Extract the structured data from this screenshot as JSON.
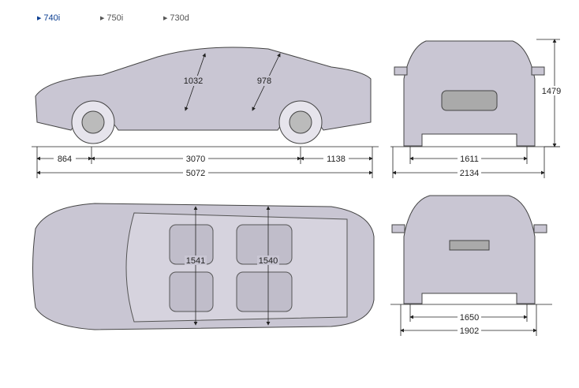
{
  "tabs": [
    {
      "label": "740i",
      "active": true
    },
    {
      "label": "750i",
      "active": false
    },
    {
      "label": "730d",
      "active": false
    }
  ],
  "dimensions": {
    "front_overhang": "864",
    "wheelbase": "3070",
    "rear_overhang": "1138",
    "length": "5072",
    "front_headroom": "1032",
    "rear_headroom": "978",
    "height": "1479",
    "front_track": "1611",
    "width_mirrors": "2134",
    "front_shoulder": "1541",
    "rear_shoulder": "1540",
    "rear_track": "1650",
    "width": "1902"
  },
  "colors": {
    "active_tab": "#0a3d91",
    "car_fill": "#c9c6d3"
  }
}
